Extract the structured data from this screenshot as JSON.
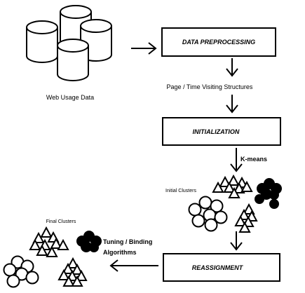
{
  "labels": {
    "source": "Web Usage Data",
    "step1": "DATA PREPROCESSING",
    "intermediate": "Page / Time Visiting Structures",
    "step2": "INITIALIZATION",
    "kmeans": "K-means",
    "initial_clusters": "Initial Clusters",
    "step3": "REASSIGNMENT",
    "final_clusters": "Final Clusters",
    "tuning_line1": "Tuning / Binding",
    "tuning_line2": "Algorithms"
  },
  "colors": {
    "stroke": "#000000",
    "fill": "#ffffff",
    "ink": "#000000"
  },
  "icons": [
    "database-cylinder-icon",
    "arrow-icon",
    "cluster-circles-icon",
    "cluster-triangles-icon",
    "cluster-blob-icon"
  ]
}
